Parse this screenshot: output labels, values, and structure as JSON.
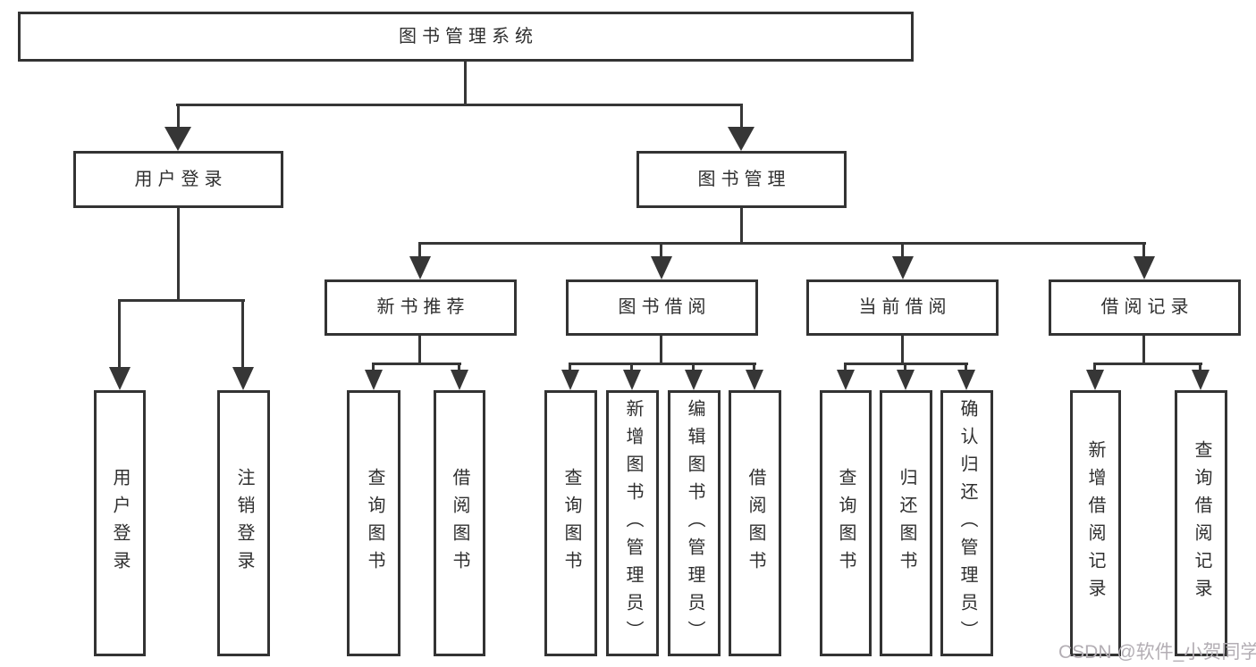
{
  "diagram": {
    "type": "hierarchy-tree",
    "colors": {
      "line": "#363636",
      "box_border": "#333333",
      "text": "#2f2f2f",
      "background": "#ffffff",
      "watermark": "#b3aeb4"
    },
    "nodes": {
      "root": {
        "label": "图书管理系统",
        "children": [
          "user_login",
          "book_management"
        ]
      },
      "user_login": {
        "label": "用户登录",
        "children": [
          "leaf_user_login",
          "leaf_logout"
        ]
      },
      "book_management": {
        "label": "图书管理",
        "children": [
          "new_book_recommendation",
          "book_borrowing",
          "current_borrowing",
          "borrowing_records"
        ]
      },
      "new_book_recommendation": {
        "label": "新书推荐",
        "children": [
          "leaf_nb_query",
          "leaf_nb_borrow"
        ]
      },
      "book_borrowing": {
        "label": "图书借阅",
        "children": [
          "leaf_bb_query",
          "leaf_bb_add",
          "leaf_bb_edit",
          "leaf_bb_borrow"
        ]
      },
      "current_borrowing": {
        "label": "当前借阅",
        "children": [
          "leaf_cb_query",
          "leaf_cb_return",
          "leaf_cb_confirm"
        ]
      },
      "borrowing_records": {
        "label": "借阅记录",
        "children": [
          "leaf_br_add",
          "leaf_br_query"
        ]
      },
      "leaf_user_login": {
        "label": "用户登录"
      },
      "leaf_logout": {
        "label": "注销登录"
      },
      "leaf_nb_query": {
        "label": "查询图书"
      },
      "leaf_nb_borrow": {
        "label": "借阅图书"
      },
      "leaf_bb_query": {
        "label": "查询图书"
      },
      "leaf_bb_add": {
        "label": "新增图书（管理员）"
      },
      "leaf_bb_edit": {
        "label": "编辑图书（管理员）"
      },
      "leaf_bb_borrow": {
        "label": "借阅图书"
      },
      "leaf_cb_query": {
        "label": "查询图书"
      },
      "leaf_cb_return": {
        "label": "归还图书"
      },
      "leaf_cb_confirm": {
        "label": "确认归还（管理员）"
      },
      "leaf_br_add": {
        "label": "新增借阅记录"
      },
      "leaf_br_query": {
        "label": "查询借阅记录"
      }
    }
  },
  "watermark": {
    "text": "CSDN @软件_小贺同学"
  }
}
